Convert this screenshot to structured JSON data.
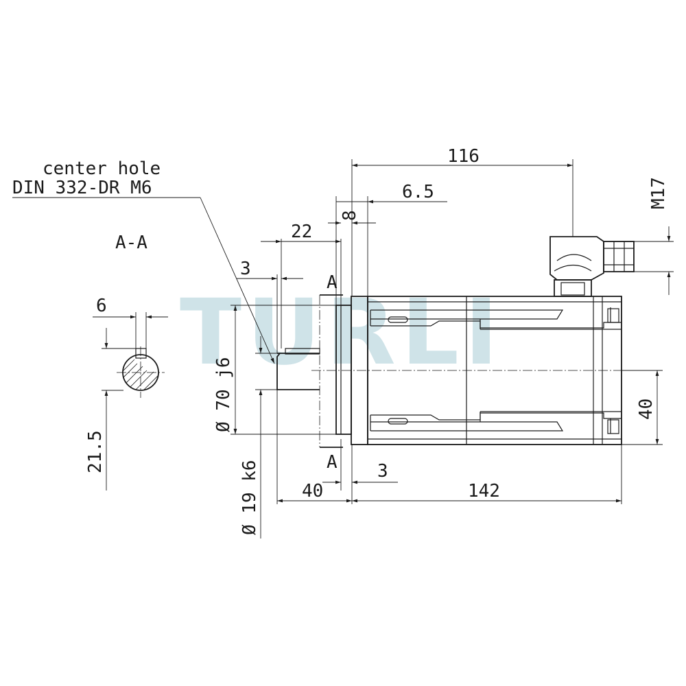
{
  "watermark": "TURLI",
  "note": {
    "line1": "center hole",
    "line2": "DIN 332-DR M6"
  },
  "section": {
    "title": "A-A",
    "key_width": "6",
    "key_height": "21.5"
  },
  "section_marks": {
    "top": "A",
    "bottom": "A"
  },
  "dimensions": {
    "connector_offset": "116",
    "flange_step": "6.5",
    "flange_thickness": "8",
    "key_length": "22",
    "key_offset": "3",
    "thread": "M17",
    "pilot_diameter": "Ø 70 j6",
    "shaft_diameter": "Ø 19 k6",
    "shaft_length": "40",
    "spigot_depth": "3",
    "body_length": "142",
    "flange_half": "40"
  },
  "colors": {
    "line": "#1a1a1a",
    "watermark": "#cfe3e8"
  }
}
